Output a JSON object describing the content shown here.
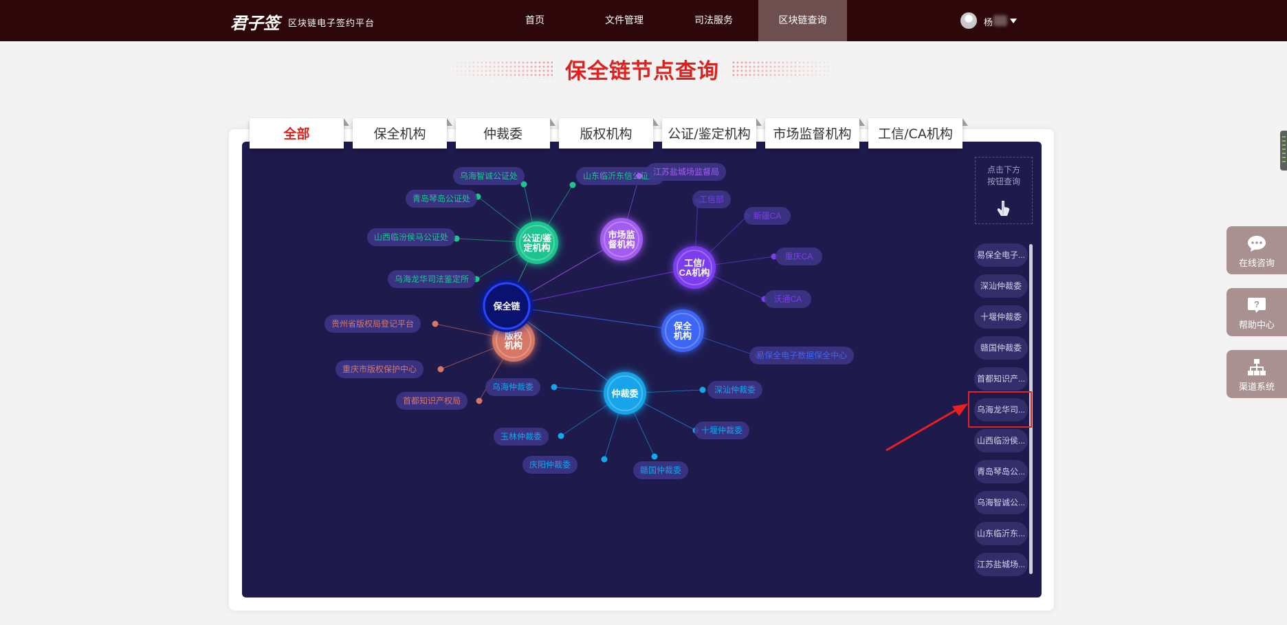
{
  "header": {
    "logo": "君子签",
    "subtitle": "区块链电子签约平台",
    "nav": [
      {
        "label": "首页",
        "active": false
      },
      {
        "label": "文件管理",
        "active": false
      },
      {
        "label": "司法服务",
        "active": false
      },
      {
        "label": "区块链查询",
        "active": true
      }
    ],
    "user": {
      "name": "杨"
    }
  },
  "page": {
    "title": "保全链节点查询"
  },
  "tabs": [
    {
      "label": "全部",
      "active": true
    },
    {
      "label": "保全机构",
      "active": false
    },
    {
      "label": "仲裁委",
      "active": false
    },
    {
      "label": "版权机构",
      "active": false
    },
    {
      "label": "公证/鉴定机构",
      "active": false
    },
    {
      "label": "市场监督机构",
      "active": false
    },
    {
      "label": "工信/CA机构",
      "active": false
    }
  ],
  "graph": {
    "center": {
      "label": "保全链"
    },
    "groups": [
      {
        "id": "notary",
        "lines": [
          "公证/鉴",
          "定机构"
        ],
        "color": "#1ec58f",
        "leaves": [
          "乌海智诚公证处",
          "山东临沂东信公证处",
          "青岛琴岛公证处",
          "山西临汾侯马公证处",
          "乌海龙华司法鉴定所"
        ]
      },
      {
        "id": "market",
        "lines": [
          "市场监",
          "督机构"
        ],
        "color": "#a35cf0",
        "leaves": [
          "江苏盐城场监督局"
        ]
      },
      {
        "id": "ca",
        "lines": [
          "工信/",
          "CA机构"
        ],
        "color": "#7b3cf0",
        "leaves": [
          "工信部",
          "新疆CA",
          "重庆CA",
          "沃通CA"
        ]
      },
      {
        "id": "preserve",
        "lines": [
          "保全",
          "机构"
        ],
        "color": "#3c66f5",
        "leaves": [
          "易保全电子数据保全中心"
        ]
      },
      {
        "id": "arbitration",
        "lines": [
          "仲裁委"
        ],
        "color": "#15a5ea",
        "leaves": [
          "乌海仲裁委",
          "深汕仲裁委",
          "十堰仲裁委",
          "玉林仲裁委",
          "庆阳仲裁委",
          "赣国仲裁委"
        ]
      },
      {
        "id": "copyright",
        "lines": [
          "版权",
          "机构"
        ],
        "color": "#d77766",
        "leaves": [
          "贵州省版权局登记平台",
          "重庆市版权保护中心",
          "首都知识产权局"
        ]
      }
    ]
  },
  "sidebar": {
    "hint_line1": "点击下方",
    "hint_line2": "按钮查询",
    "items": [
      "易保全电子...",
      "深汕仲裁委",
      "十堰仲裁委",
      "赣国仲裁委",
      "首都知识产...",
      "乌海龙华司...",
      "山西临汾侯...",
      "青岛琴岛公...",
      "乌海智诚公...",
      "山东临沂东...",
      "江苏盐城场..."
    ],
    "highlighted_index": 5
  },
  "float_buttons": [
    {
      "label": "在线咨询",
      "icon": "chat-icon"
    },
    {
      "label": "帮助中心",
      "icon": "help-icon"
    },
    {
      "label": "渠道系统",
      "icon": "org-chart-icon"
    }
  ],
  "colors": {
    "topbar": "#2d0709",
    "accent": "#e0201c",
    "panel": "#1e1a4c"
  }
}
